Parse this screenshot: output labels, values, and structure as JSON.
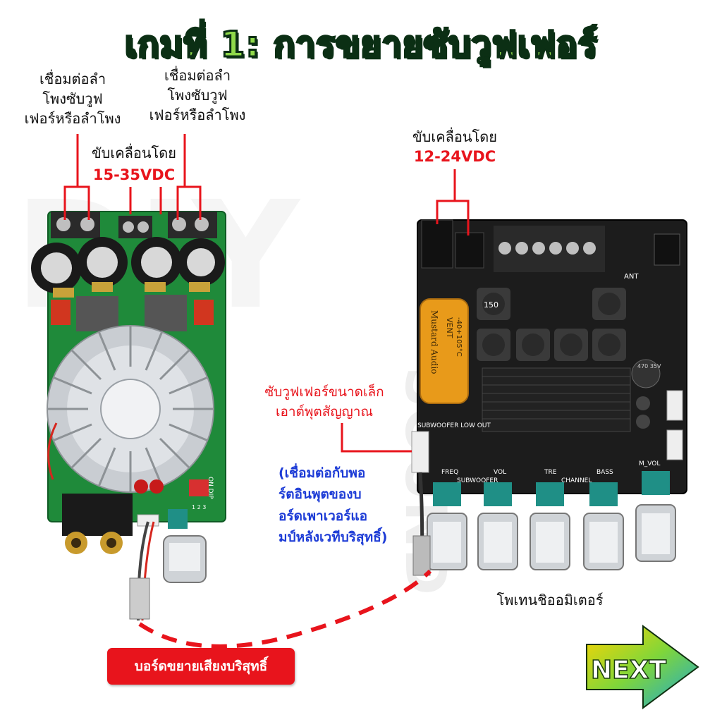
{
  "title": "เกมที่ 1:  การขยายซับวูฟเฟอร์",
  "left_board": {
    "connect_line1": "เชื่อมต่อลำ",
    "connect_line2": "โพงซับวูฟ",
    "connect_line3": "เฟอร์หรือลำโพง",
    "powered_by": "ขับเคลื่อนโดย",
    "voltage": "15-35VDC"
  },
  "middle_label": {
    "line1": "เชื่อมต่อลำ",
    "line2": "โพงซับวูฟ",
    "line3": "เฟอร์หรือลำโพง"
  },
  "right_board": {
    "powered_by": "ขับเคลื่อนโดย",
    "voltage": "12-24VDC",
    "pot_label": "โพเทนชิออมิเตอร์",
    "silk_subwoofer_low_out": "SUBWOOFER LOW OUT",
    "silk_freq": "FREQ",
    "silk_vol": "VOL",
    "silk_subwoofer": "SUBWOOFER",
    "silk_tre": "TRE",
    "silk_channel": "CHANNEL",
    "silk_bass": "BASS",
    "silk_m_vol": "M_VOL",
    "silk_ant": "ANT",
    "cap_text1": "Mustard Audio",
    "cap_text2": "VENT",
    "cap_text3": "-40+105°C",
    "cap_small": "470 35V",
    "inductor": "150"
  },
  "sub_output": {
    "line1": "ซับวูฟเฟอร์ขนาดเล็ก",
    "line2": "เอาต์พุตสัญญาณ"
  },
  "connect_note": {
    "line1": "(เชื่อมต่อกับพอ",
    "line2": "ร์ตอินพุตของบ",
    "line3": "อร์ดเพาเวอร์แอ",
    "line4": "มป์หลังเวทีบริสุทธิ์)"
  },
  "pure_board_label": "บอร์ดขยายเสียงบริสุทธิ์",
  "next_label": "NEXT",
  "left_silk_label": "ON DIP",
  "left_silk_nums": "1 2 3",
  "watermark_a": "DIY",
  "watermark_b": "SOUND",
  "colors": {
    "title_fill": "#8fd94a",
    "title_stroke": "#0b2f14",
    "accent_red": "#e8141c",
    "note_blue": "#1c3bd6",
    "left_pcb": "#1f8a3a",
    "right_pcb": "#1c1c1c",
    "knob_teal": "#1f8f86",
    "capacitor_orange": "#e89a1a"
  }
}
